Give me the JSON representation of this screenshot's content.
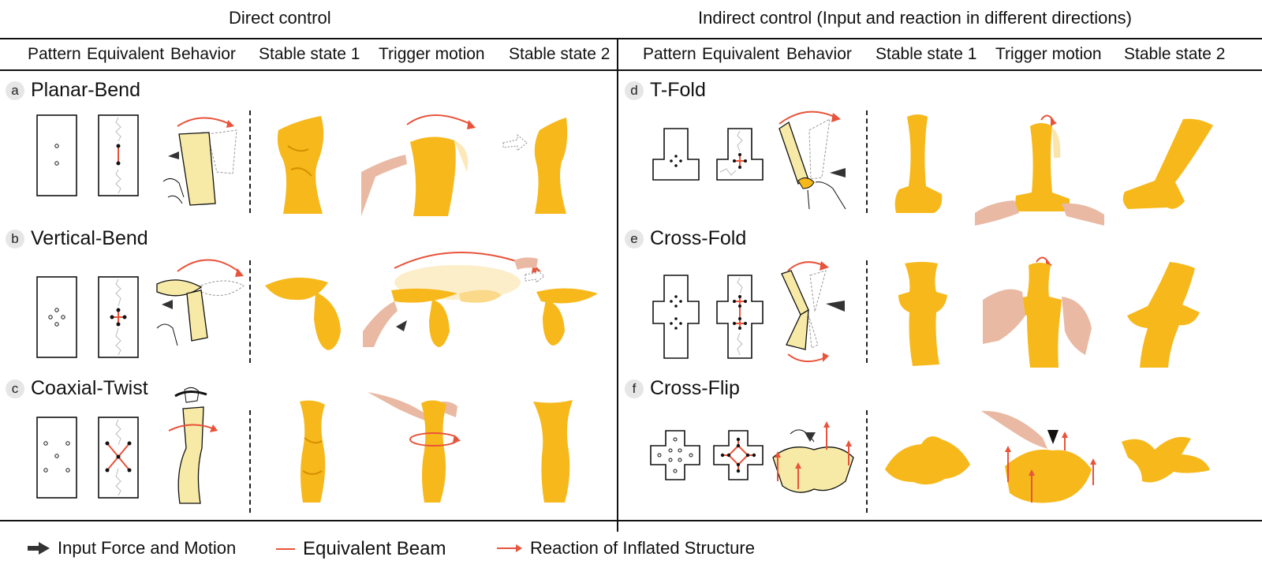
{
  "sections": {
    "direct": {
      "title": "Direct control",
      "columns": [
        "Pattern",
        "Equivalent",
        "Behavior",
        "Stable state 1",
        "Trigger  motion",
        "Stable state 2"
      ]
    },
    "indirect": {
      "title": "Indirect control  (Input and reaction in different directions)",
      "columns": [
        "Pattern",
        "Equivalent",
        "Behavior",
        "Stable state 1",
        "Trigger  motion",
        "Stable state 2"
      ]
    }
  },
  "rows": [
    {
      "letter": "a",
      "name": "Planar-Bend"
    },
    {
      "letter": "b",
      "name": "Vertical-Bend"
    },
    {
      "letter": "c",
      "name": "Coaxial-Twist"
    },
    {
      "letter": "d",
      "name": "T-Fold"
    },
    {
      "letter": "e",
      "name": "Cross-Fold"
    },
    {
      "letter": "f",
      "name": "Cross-Flip"
    }
  ],
  "legend": {
    "input": "Input Force and Motion",
    "beam": "Equivalent Beam",
    "reaction": "Reaction of Inflated Structure"
  },
  "colors": {
    "inflated_yellow": "#f7b81b",
    "reaction_arrow": "#e8533a",
    "input_arrow": "#333333",
    "sketch_fill": "#f7e9a6"
  }
}
